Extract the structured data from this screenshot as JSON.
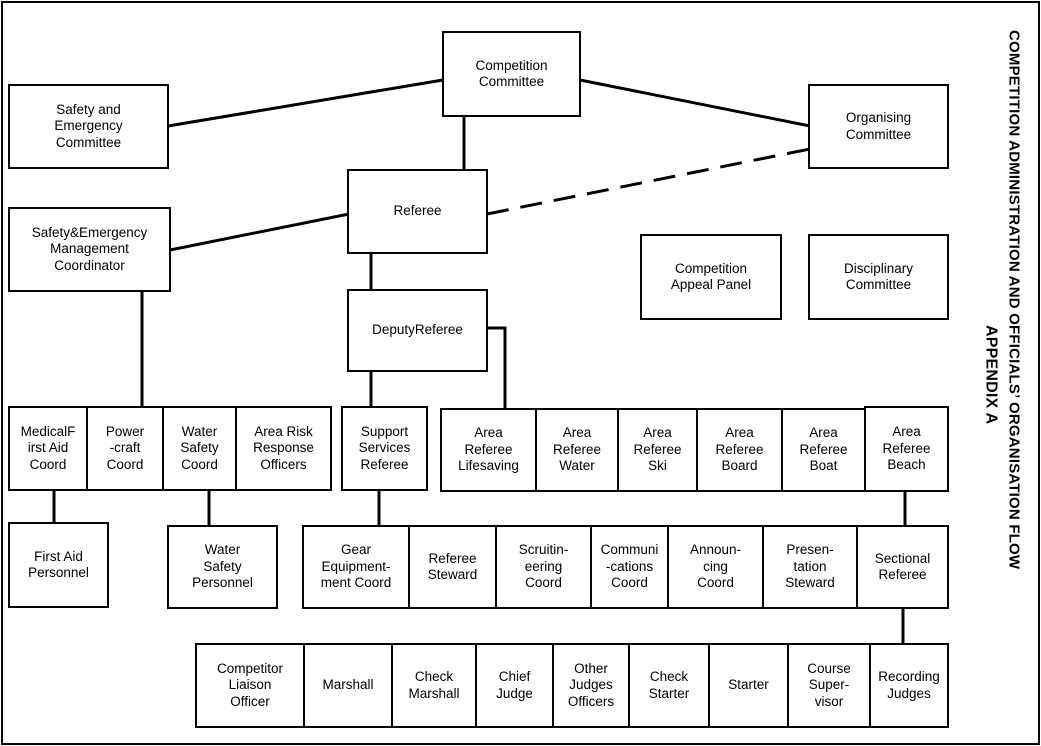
{
  "side_title": {
    "appendix": "APPENDIX A",
    "title": "COMPETITION ADMINISTRATION AND OFFICIALS’   ORGANISATION FLOW"
  },
  "boxes": {
    "competition_committee": "Competition\nCommittee",
    "safety_emergency_committee": "Safety  and\nEmergency\nCommittee",
    "organising_committee": "Organising\nCommittee",
    "referee": "Referee",
    "safety_emergency_coordinator": "Safety&Emergency\nManagement\nCoordinator",
    "competition_appeal_panel": "Competition\nAppeal Panel",
    "disciplinary_committee": "Disciplinary\nCommittee",
    "deputy_referee": "DeputyReferee",
    "medical_first_aid_coord": "MedicalF\nirst Aid\nCoord",
    "powercraft_coord": "Power\n-craft\nCoord",
    "water_safety_coord": "Water\nSafety\nCoord",
    "area_risk_response_officers": "Area  Risk\nResponse\nOfficers",
    "support_services_referee": "Support\nServices\nReferee",
    "area_referee_lifesaving": "Area\nReferee\nLifesaving",
    "area_referee_water": "Area\nReferee\nWater",
    "area_referee_ski": "Area\nReferee\nSki",
    "area_referee_board": "Area\nReferee\nBoard",
    "area_referee_boat": "Area\nReferee\nBoat",
    "area_referee_beach": "Area\nReferee\nBeach",
    "first_aid_personnel": "First Aid\nPersonnel",
    "water_safety_personnel": "Water\nSafety\nPersonnel",
    "gear_equipment_coord": "Gear\nEquipment-\nment Coord",
    "referee_steward": "Referee\nSteward",
    "scruitineering_coord": "Scruitin-\neering\nCoord",
    "communications_coord": "Communi\n-cations\nCoord",
    "announcing_coord": "Announ-\ncing\nCoord",
    "presentation_steward": "Presen-\ntation\nSteward",
    "sectional_referee": "Sectional\nReferee",
    "competitor_liaison_officer": "Competitor\nLiaison\nOfficer",
    "marshall": "Marshall",
    "check_marshall": "Check\nMarshall",
    "chief_judge": "Chief\nJudge",
    "other_judges_officers": "Other\nJudges\nOfficers",
    "check_starter": "Check\nStarter",
    "starter": "Starter",
    "course_supervisor": "Course\nSuper-\nvisor",
    "recording_judges": "Recording\nJudges"
  }
}
